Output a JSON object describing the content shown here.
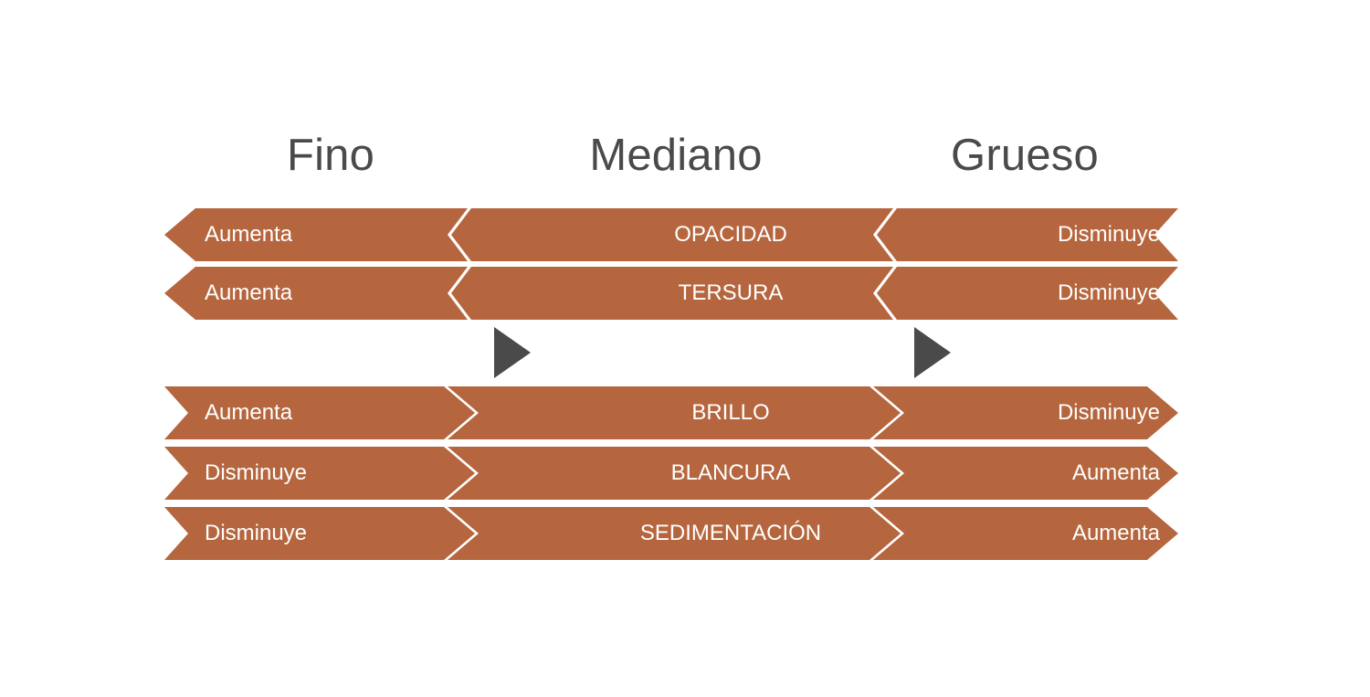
{
  "theme": {
    "background": "#ffffff",
    "bar_color": "#b5663e",
    "bar_text_color": "#ffffff",
    "header_text_color": "#4a4a4a",
    "triangle_color": "#4a4a4a"
  },
  "headers": [
    {
      "id": "fino",
      "label": "Fino"
    },
    {
      "id": "mediano",
      "label": "Mediano"
    },
    {
      "id": "grueso",
      "label": "Grueso"
    }
  ],
  "groups": [
    {
      "id": "group-decreasing",
      "direction": "left",
      "rows": [
        {
          "id": "opacidad",
          "left": "Aumenta",
          "middle": "OPACIDAD",
          "right": "Disminuye"
        },
        {
          "id": "tersura",
          "left": "Aumenta",
          "middle": "TERSURA",
          "right": "Disminuye"
        }
      ]
    },
    {
      "id": "group-increasing",
      "direction": "right",
      "rows": [
        {
          "id": "brillo",
          "left": "Aumenta",
          "middle": "BRILLO",
          "right": "Disminuye"
        },
        {
          "id": "blancura",
          "left": "Disminuye",
          "middle": "BLANCURA",
          "right": "Aumenta"
        },
        {
          "id": "sedimentacion",
          "left": "Disminuye",
          "middle": "SEDIMENTACIÓN",
          "right": "Aumenta"
        }
      ]
    }
  ],
  "markers": [
    {
      "id": "marker-mediano",
      "icon": "play-triangle-right"
    },
    {
      "id": "marker-grueso",
      "icon": "play-triangle-right"
    }
  ]
}
